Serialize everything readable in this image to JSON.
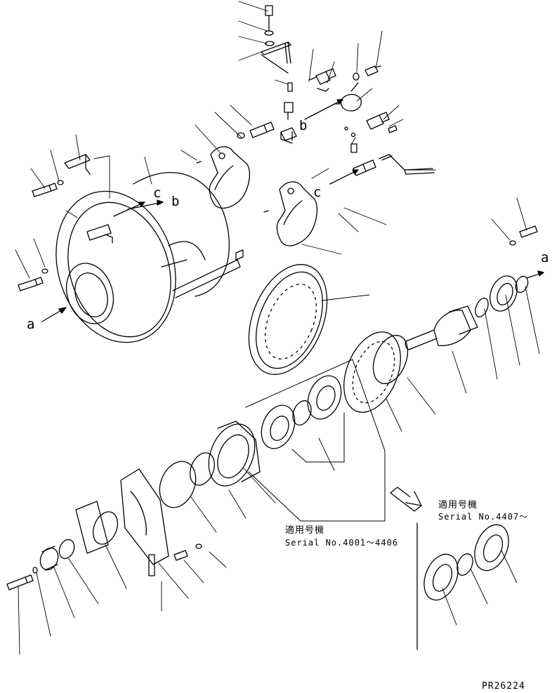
{
  "labels": {
    "a_left": "a",
    "a_right": "a",
    "b_top": "b",
    "b_housing": "b",
    "c_housing": "c",
    "c_carrier": "c"
  },
  "notes": {
    "left_applicable": "適用号機",
    "left_serial": "Serial No.4001～4406",
    "right_applicable": "適用号機",
    "right_serial": "Serial No.4407～"
  },
  "drawing_ref": "PR26224"
}
